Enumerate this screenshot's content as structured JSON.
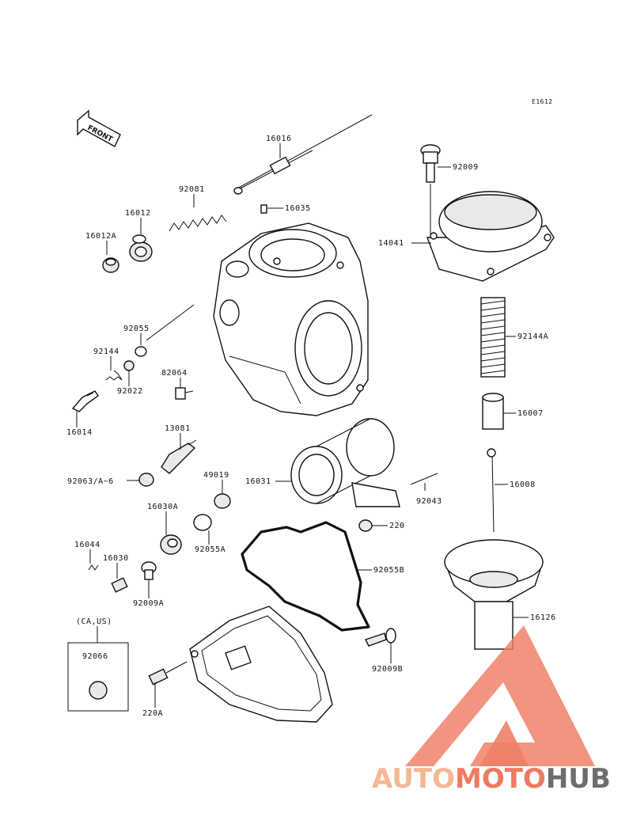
{
  "diagram": {
    "ref_code": "E1612",
    "front_label": "FRONT",
    "region_note": "(CA,US)"
  },
  "parts": {
    "p16016": "16016",
    "p92081": "92081",
    "p16012": "16012",
    "p16012A": "16012A",
    "p16035": "16035",
    "p92009": "92009",
    "p14041": "14041",
    "p92055": "92055",
    "p92144": "92144",
    "p92022": "92022",
    "p82064": "82064",
    "p16014": "16014",
    "p13081": "13081",
    "p92144A": "92144A",
    "p16007": "16007",
    "p92063": "92063/A~6",
    "p49019": "49019",
    "p16031": "16031",
    "p92043": "92043",
    "p16008": "16008",
    "p16030A": "16030A",
    "p220": "220",
    "p16044": "16044",
    "p16030": "16030",
    "p92055A": "92055A",
    "p92055B": "92055B",
    "p92009A": "92009A",
    "p16126": "16126",
    "p92066": "92066",
    "p92009B": "92009B",
    "p220A": "220A"
  },
  "watermark": {
    "part1": "AUTO",
    "part2": "MOTO",
    "part3": "HUB",
    "color_light": "#f5b893",
    "color_mid": "#ee7a60",
    "color_dark": "#6d6d6d"
  }
}
